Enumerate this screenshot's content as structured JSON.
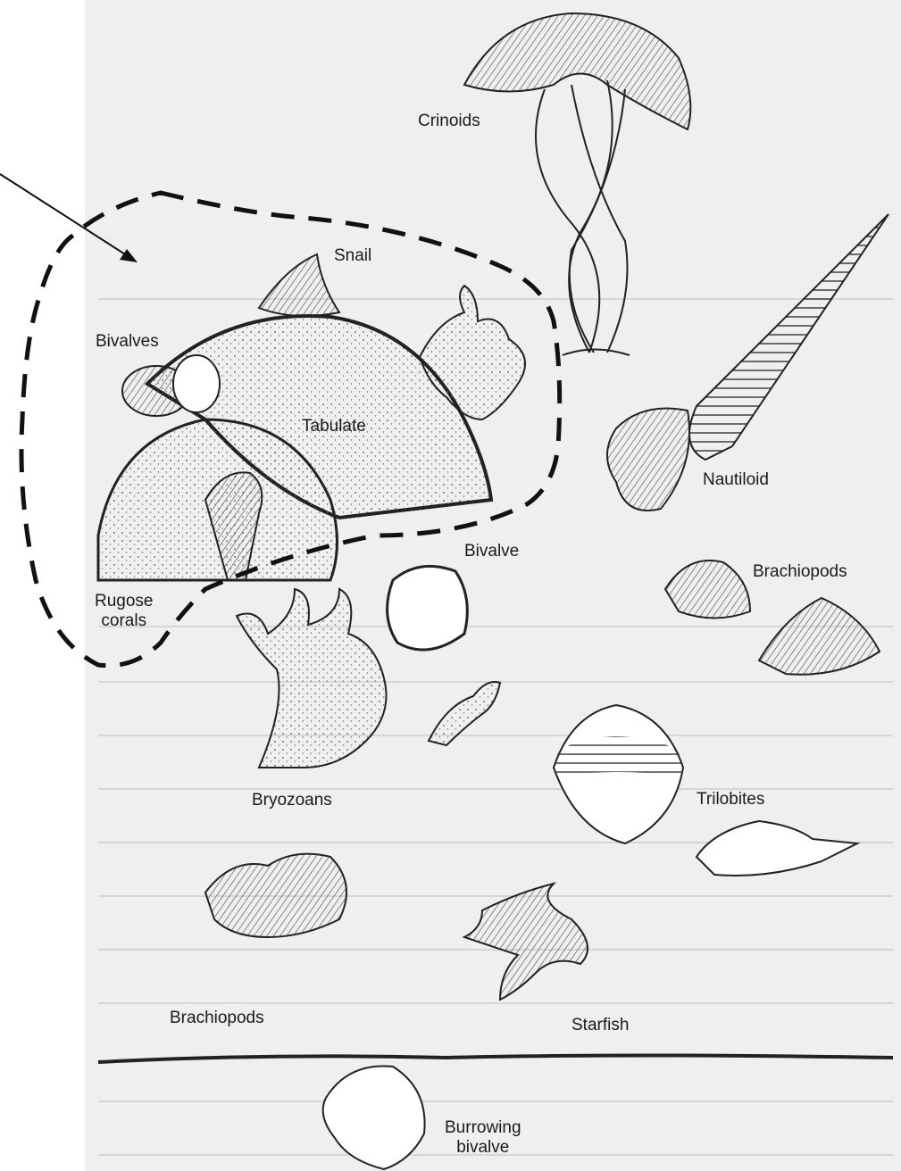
{
  "diagram": {
    "labels": {
      "crinoids": "Crinoids",
      "snail": "Snail",
      "bivalves": "Bivalves",
      "tabulate": "Tabulate",
      "nautiloid": "Nautiloid",
      "bivalve": "Bivalve",
      "brachiopods_right": "Brachiopods",
      "rugose_line1": "Rugose",
      "rugose_line2": "corals",
      "bryozoans": "Bryozoans",
      "trilobites": "Trilobites",
      "brachiopods_left": "Brachiopods",
      "starfish": "Starfish",
      "burrowing_line1": "Burrowing",
      "burrowing_line2": "bivalve"
    },
    "colors": {
      "background": "#ffffff",
      "page_grey": "#efefef",
      "ink": "#1a1a1a",
      "stipple": "#555555"
    }
  }
}
